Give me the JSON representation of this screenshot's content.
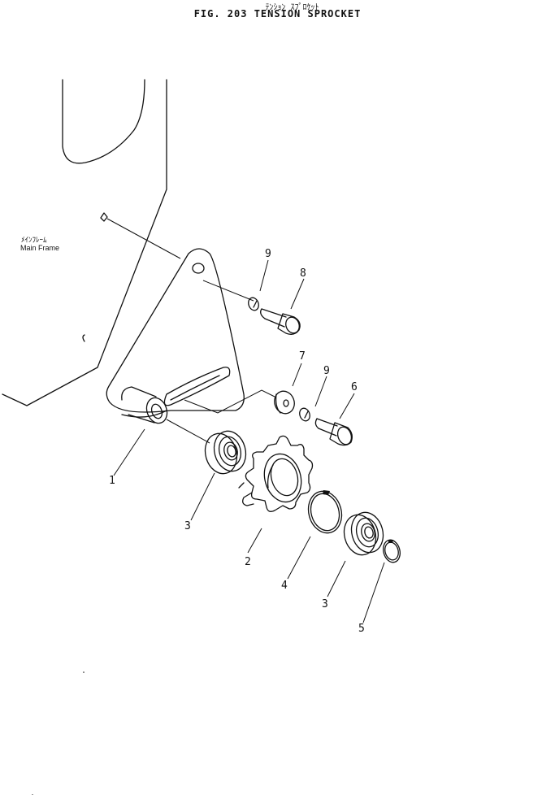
{
  "header": {
    "title_jp": "ﾃﾝｼｮﾝ ｽﾌﾟﾛｹｯﾄ",
    "title": "FIG. 203  TENSION SPROCKET"
  },
  "frame_label": {
    "jp": "ﾒｲﾝﾌﾚｰﾑ",
    "en": "Main Frame"
  },
  "callouts": [
    {
      "id": "c1",
      "text": "1"
    },
    {
      "id": "c2",
      "text": "2"
    },
    {
      "id": "c3a",
      "text": "3"
    },
    {
      "id": "c3b",
      "text": "3"
    },
    {
      "id": "c4",
      "text": "4"
    },
    {
      "id": "c5",
      "text": "5"
    },
    {
      "id": "c6",
      "text": "6"
    },
    {
      "id": "c7",
      "text": "7"
    },
    {
      "id": "c8",
      "text": "8"
    },
    {
      "id": "c9a",
      "text": "9"
    },
    {
      "id": "c9b",
      "text": "9"
    }
  ]
}
